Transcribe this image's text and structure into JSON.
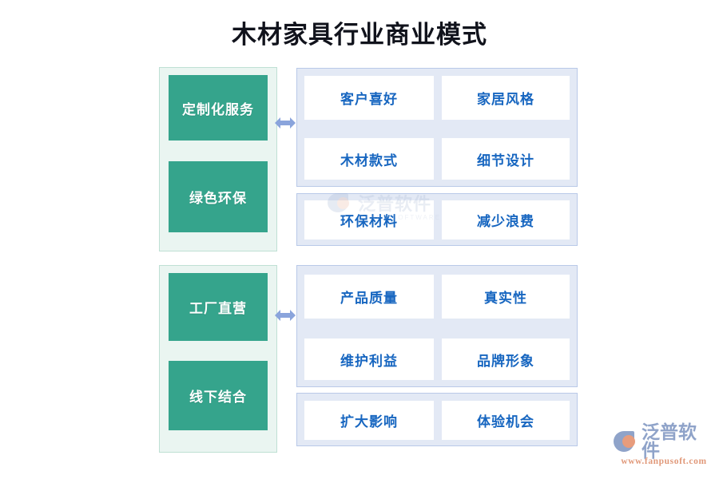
{
  "title": "木材家具行业商业模式",
  "colors": {
    "green_box": "#35a48c",
    "green_panel_bg": "#eaf5f1",
    "green_panel_border": "#bfe0d4",
    "blue_panel_bg": "#e3e9f5",
    "blue_panel_border": "#b9c9e8",
    "card_bg": "#ffffff",
    "card_text": "#1766c0",
    "arrow": "#8aa4dc",
    "title_text": "#11131c",
    "brand_blue": "#8fa3c9",
    "brand_orange": "#e1997a"
  },
  "groups": [
    {
      "id": "group-1",
      "left_items": [
        {
          "label": "定制化服务"
        },
        {
          "label": "绿色环保"
        }
      ],
      "arrow": "double-headed-horizontal-arrow",
      "right_panels": [
        {
          "id": "panel-1",
          "cards": [
            {
              "label": "客户喜好"
            },
            {
              "label": "家居风格"
            },
            {
              "label": "木材款式"
            },
            {
              "label": "细节设计"
            }
          ]
        },
        {
          "id": "panel-2",
          "cards": [
            {
              "label": "环保材料"
            },
            {
              "label": "减少浪费"
            }
          ]
        }
      ]
    },
    {
      "id": "group-2",
      "left_items": [
        {
          "label": "工厂直营"
        },
        {
          "label": "线下结合"
        }
      ],
      "arrow": "double-headed-horizontal-arrow",
      "right_panels": [
        {
          "id": "panel-3",
          "cards": [
            {
              "label": "产品质量"
            },
            {
              "label": "真实性"
            },
            {
              "label": "维护利益"
            },
            {
              "label": "品牌形象"
            }
          ]
        },
        {
          "id": "panel-4",
          "cards": [
            {
              "label": "扩大影响"
            },
            {
              "label": "体验机会"
            }
          ]
        }
      ]
    }
  ],
  "watermark": {
    "name": "泛普软件",
    "sub": "FANPU SOFTWARE"
  },
  "brand": {
    "name": "泛普软件",
    "url": "www.fanpusoft.com"
  }
}
